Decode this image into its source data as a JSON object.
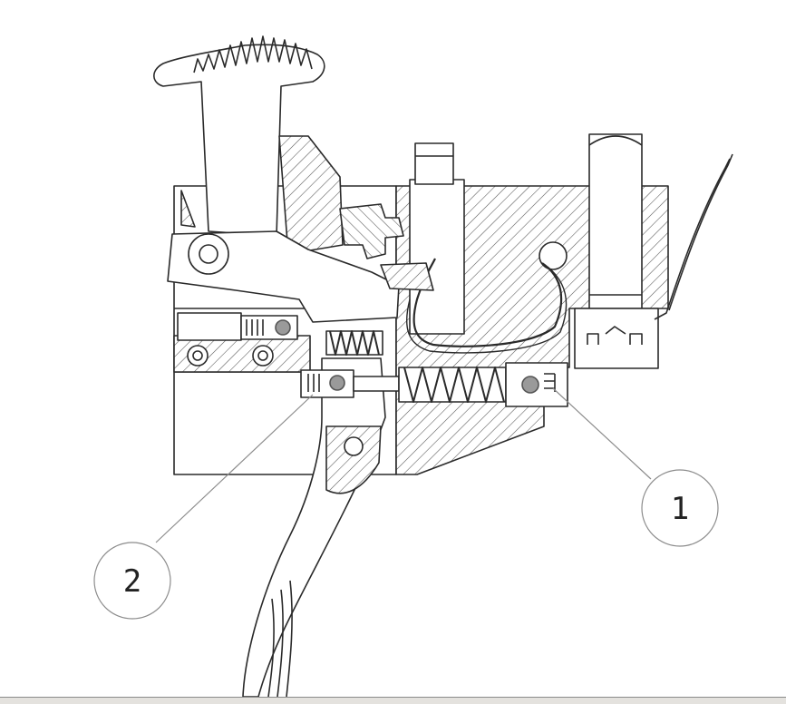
{
  "diagram": {
    "callouts": [
      {
        "id": "1",
        "label": "1"
      },
      {
        "id": "2",
        "label": "2"
      }
    ],
    "colors": {
      "line": "#2a2a2a",
      "leader": "#8c8c8c",
      "background": "#ffffff",
      "screw_fill": "#9a9a9a"
    }
  }
}
